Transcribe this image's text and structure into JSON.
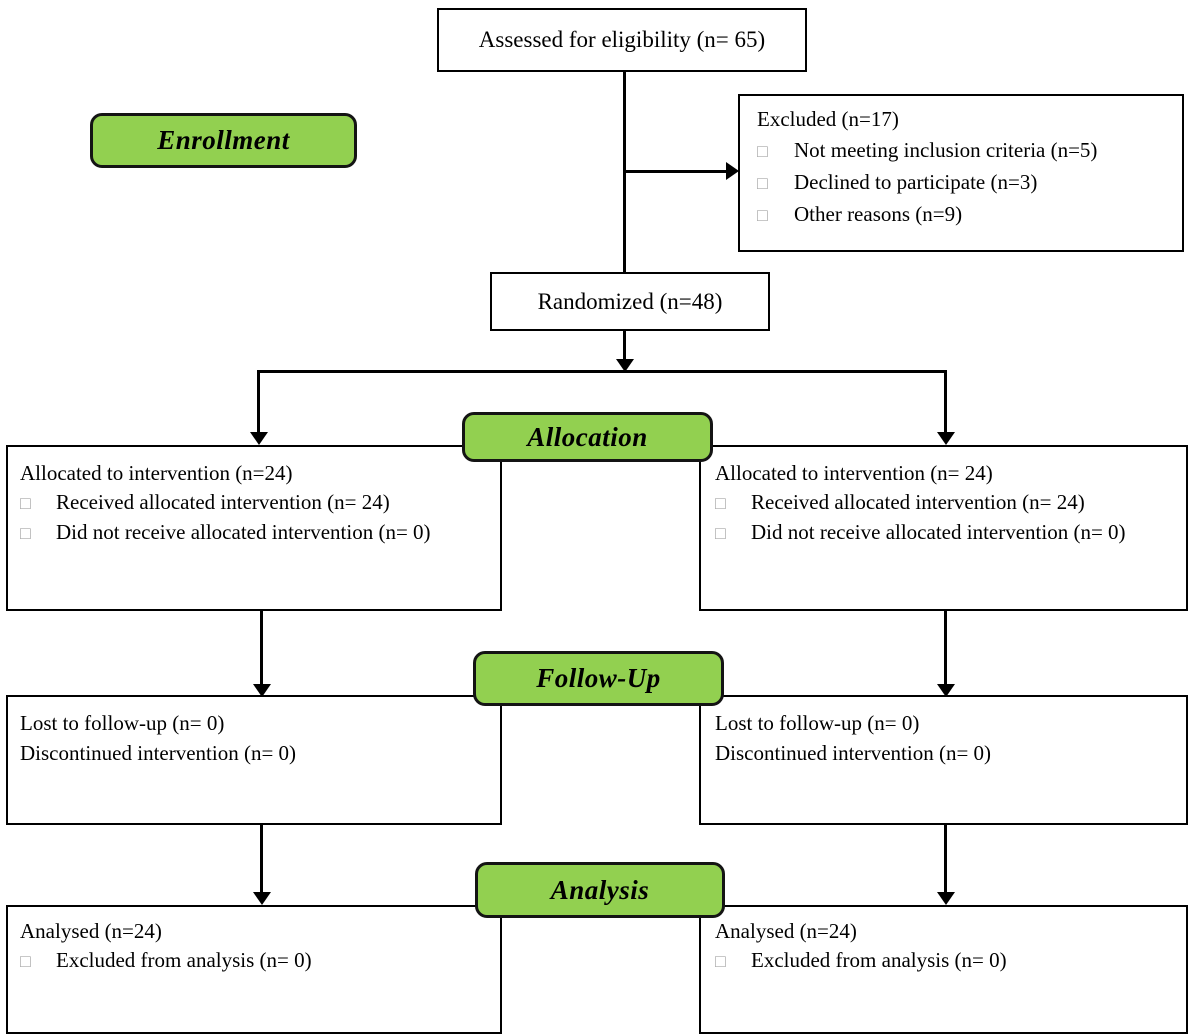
{
  "colors": {
    "stage_green": "#92D050",
    "line_black": "#000000",
    "bullet_gray": "#a8a8a8"
  },
  "bullet_glyph": "□",
  "stages": {
    "enrollment": "Enrollment",
    "allocation": "Allocation",
    "followup": "Follow-Up",
    "analysis": "Analysis"
  },
  "boxes": {
    "assessed": {
      "text": "Assessed for eligibility (n= 65)"
    },
    "excluded": {
      "title": "Excluded (n=17)",
      "items": [
        "Not meeting inclusion criteria (n=5)",
        "Declined to participate (n=3)",
        "Other reasons (n=9)"
      ]
    },
    "randomized": {
      "text": "Randomized (n=48)"
    },
    "allocation_left": {
      "title": "Allocated to intervention (n=24)",
      "items": [
        "Received allocated intervention (n= 24)",
        "Did not receive allocated intervention (n= 0)"
      ]
    },
    "allocation_right": {
      "title": "Allocated to intervention (n= 24)",
      "items": [
        "Received allocated intervention (n= 24)",
        "Did not receive allocated intervention (n= 0)"
      ]
    },
    "followup_left": {
      "lines": [
        "Lost to follow-up (n= 0)",
        "Discontinued intervention (n= 0)"
      ]
    },
    "followup_right": {
      "lines": [
        "Lost to follow-up (n= 0)",
        "Discontinued intervention (n= 0)"
      ]
    },
    "analysis_left": {
      "title": "Analysed (n=24)",
      "items": [
        "Excluded from analysis (n= 0)"
      ]
    },
    "analysis_right": {
      "title": "Analysed (n=24)",
      "items": [
        "Excluded from analysis (n= 0)"
      ]
    }
  }
}
